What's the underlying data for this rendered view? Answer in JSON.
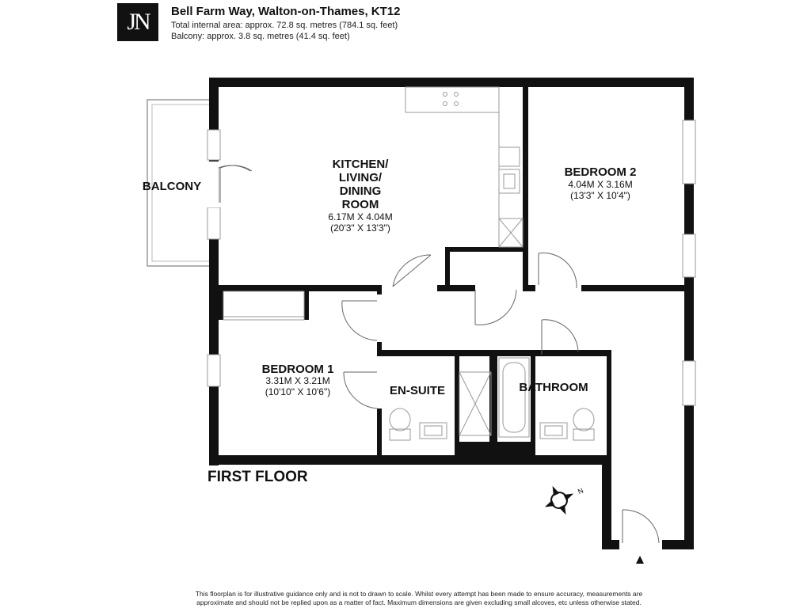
{
  "header": {
    "logo": "JN",
    "address": "Bell Farm Way, Walton-on-Thames, KT12",
    "total_area": "Total internal area: approx. 72.8 sq. metres (784.1 sq. feet)",
    "balcony_area": "Balcony: approx. 3.8 sq. metres (41.4 sq. feet)"
  },
  "rooms": {
    "kitchen": {
      "l1": "KITCHEN/",
      "l2": "LIVING/",
      "l3": "DINING",
      "l4": "ROOM",
      "dim_m": "6.17M X 4.04M",
      "dim_ft": "(20'3\" X 13'3\")"
    },
    "bedroom2": {
      "name": "BEDROOM 2",
      "dim_m": "4.04M X 3.16M",
      "dim_ft": "(13'3\" X 10'4\")"
    },
    "bedroom1": {
      "name": "BEDROOM 1",
      "dim_m": "3.31M X 3.21M",
      "dim_ft": "(10'10\" X 10'6\")"
    },
    "ensuite": {
      "name": "EN-SUITE"
    },
    "bathroom": {
      "name": "BATHROOM"
    },
    "balcony": {
      "name": "BALCONY"
    }
  },
  "floor_label": "FIRST FLOOR",
  "compass_label": "N",
  "disclaimer": {
    "line1": "This floorplan is for illustrative guidance only and is not to drawn to scale. Whilst every attempt has been made to ensure accuracy, measurements are",
    "line2": "approximate and should not be replied upon as a matter of fact. Maximum dimensions are given excluding small alcoves, etc unless otherwise stated."
  }
}
